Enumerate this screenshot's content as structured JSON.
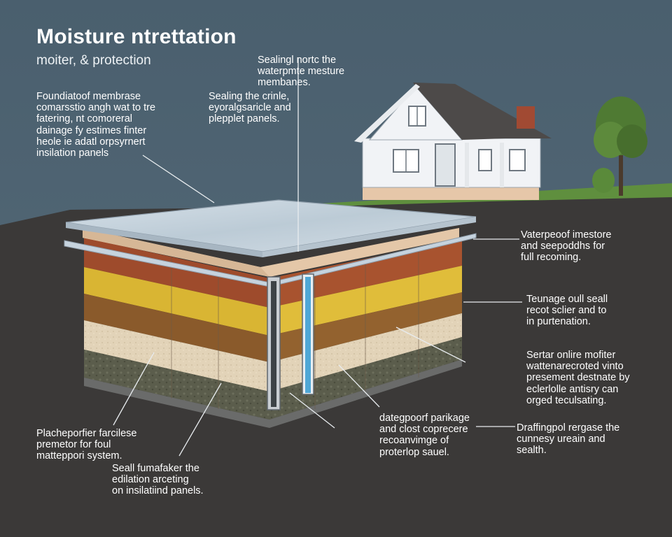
{
  "header": {
    "title": "Moisture ntrettation",
    "subtitle": "moiter, & protection"
  },
  "callouts": {
    "foundation": "Foundiatoof membrase\ncomarsstio angh wat to tre\nfatering, nt comoreral\ndainage fy estimes finter\nheole ie adatl orpsyrnert\ninsilation panels",
    "sealing_top": "Sealingl nortc the\nwaterpmte mesture\nmembanes.",
    "sealing_mid": "Sealing the crinle,\neyoralgsaricle and\nplepplet panels.",
    "waterproof_right": "Vaterpeoof imestore\nand seepoddhs for\nfull recoming.",
    "drainage_right": "Teunage oull seall\nrecot sclier and to\nin purtenation.",
    "sealtar_right": "Sertar onlire mofiter\nwattenarecroted vinto\npresement destnate by\neclerlolle antisry can\norged teculsating.",
    "placheporfer": "Placheporfier farcilese\npremetor for foul\nmatteppori system.",
    "seall_bottom": "Seall fumafaker the\nedilation arceting\non insilatiind panels.",
    "dategpoorf": "dategpoorf parikage\nand clost coprecere\nrecoanvimge of\nproterlop sauel.",
    "draffingpol": "Draffingpol rergase the\ncunnesy ureain and\nsealth."
  },
  "colors": {
    "sky": "#4e6372",
    "ground": "#3b3938",
    "grass": "#5f8f3e",
    "membrane": "#c9d5df",
    "insulation_board": "#e4c7a8",
    "clay": "#9e4b2c",
    "sand_yellow": "#d9b533",
    "brown_layer": "#8a5a2b",
    "cream_layer": "#e2d3b8",
    "gravel": "#5b5d4c",
    "pipe_blue": "#4fa7d6",
    "house_wall": "#f1f3f6",
    "roof": "#4d4a49",
    "chimney": "#a14a33"
  }
}
